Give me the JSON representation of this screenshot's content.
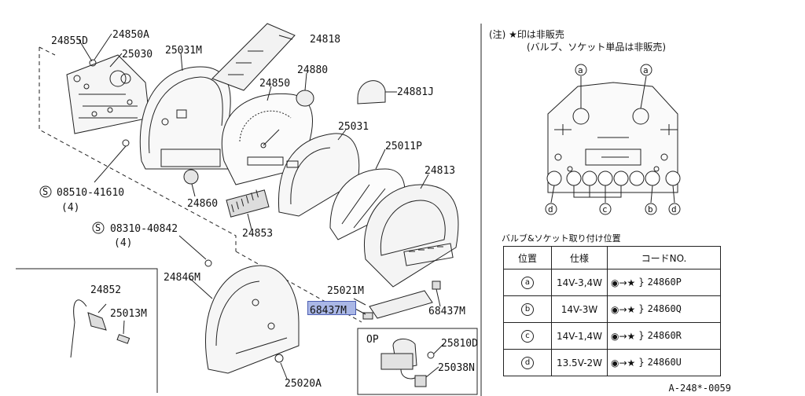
{
  "notes": {
    "line1": "(注) ★印は非販売",
    "line2": "(バルブ、ソケット単品は非販売)"
  },
  "callouts": {
    "p24855d": "24855D",
    "p24850a": "24850A",
    "p25030": "25030",
    "p25031m": "25031M",
    "p24818": "24818",
    "p24880": "24880",
    "p24850": "24850",
    "p24881j": "24881J",
    "p25031": "25031",
    "p25011p": "25011P",
    "p24813": "24813",
    "s08510": "08510-41610",
    "s08510_qty": "(4)",
    "p24860": "24860",
    "p24853": "24853",
    "s08310": "08310-40842",
    "s08310_qty": "(4)",
    "p24852": "24852",
    "p25013m": "25013M",
    "p24846m": "24846M",
    "p25021m": "25021M",
    "p68437m_sel": "68437M",
    "p68437m": "68437M",
    "p25020a": "25020A",
    "op": "OP",
    "p25810d": "25810D",
    "p25038n": "25038N",
    "board_a1": "a",
    "board_a2": "a",
    "board_d1": "d",
    "board_c": "c",
    "board_b": "b",
    "board_d2": "d",
    "s_mark": "S"
  },
  "table": {
    "title": "バルブ&ソケット取り付け位置",
    "headers": [
      "位置",
      "仕様",
      "コードNO."
    ],
    "rows": [
      {
        "pos": "a",
        "spec": "14V-3,4W",
        "code": "24860P"
      },
      {
        "pos": "b",
        "spec": "14V-3W",
        "code": "24860Q"
      },
      {
        "pos": "c",
        "spec": "14V-1,4W",
        "code": "24860R"
      },
      {
        "pos": "d",
        "spec": "13.5V-2W",
        "code": "24860U"
      }
    ]
  },
  "reference": "A-248*-0059"
}
